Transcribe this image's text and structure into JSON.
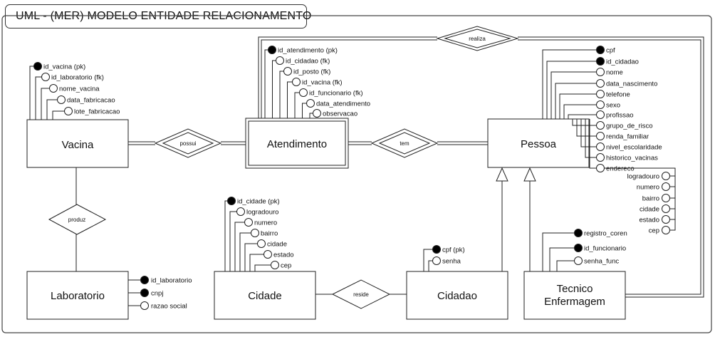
{
  "title": "UML -  (MER) MODELO ENTIDADE RELACIONAMENTO",
  "entities": {
    "vacina": "Vacina",
    "atendimento": "Atendimento",
    "pessoa": "Pessoa",
    "laboratorio": "Laboratorio",
    "cidade": "Cidade",
    "cidadao": "Cidadao",
    "tecnico_line1": "Tecnico",
    "tecnico_line2": "Enfermagem"
  },
  "relationships": {
    "realiza": "realiza",
    "possui": "possui",
    "tem": "tem",
    "produz": "produz",
    "reside": "reside"
  },
  "attributes": {
    "vacina": [
      "id_vacina (pk)",
      "id_laboratorio (fk)",
      "nome_vacina",
      "data_fabricacao",
      "lote_fabricacao"
    ],
    "atendimento": [
      "id_atendimento (pk)",
      "id_cidadao (fk)",
      "id_posto (fk)",
      "id_vacina (fk)",
      "id_funcionario (fk)",
      "data_atendimento",
      "observacao"
    ],
    "pessoa": [
      "cpf",
      "id_cidadao",
      "nome",
      "data_nascimento",
      "telefone",
      "sexo",
      "profissao",
      "grupo_de_risco",
      "renda_familiar",
      "nivel_escolaridade",
      "historico_vacinas",
      "endereco"
    ],
    "endereco": [
      "logradouro",
      "numero",
      "bairro",
      "cidade",
      "estado",
      "cep"
    ],
    "laboratorio": [
      "id_laboratorio",
      "cnpj",
      "razao social"
    ],
    "cidade": [
      "id_cidade (pk)",
      "logradouro",
      "numero",
      "bairro",
      "cidade",
      "estado",
      "cep"
    ],
    "cidadao": [
      "cpf (pk)",
      "senha"
    ],
    "tecnico": [
      "registro_coren",
      "id_funcionario",
      "senha_func"
    ]
  }
}
